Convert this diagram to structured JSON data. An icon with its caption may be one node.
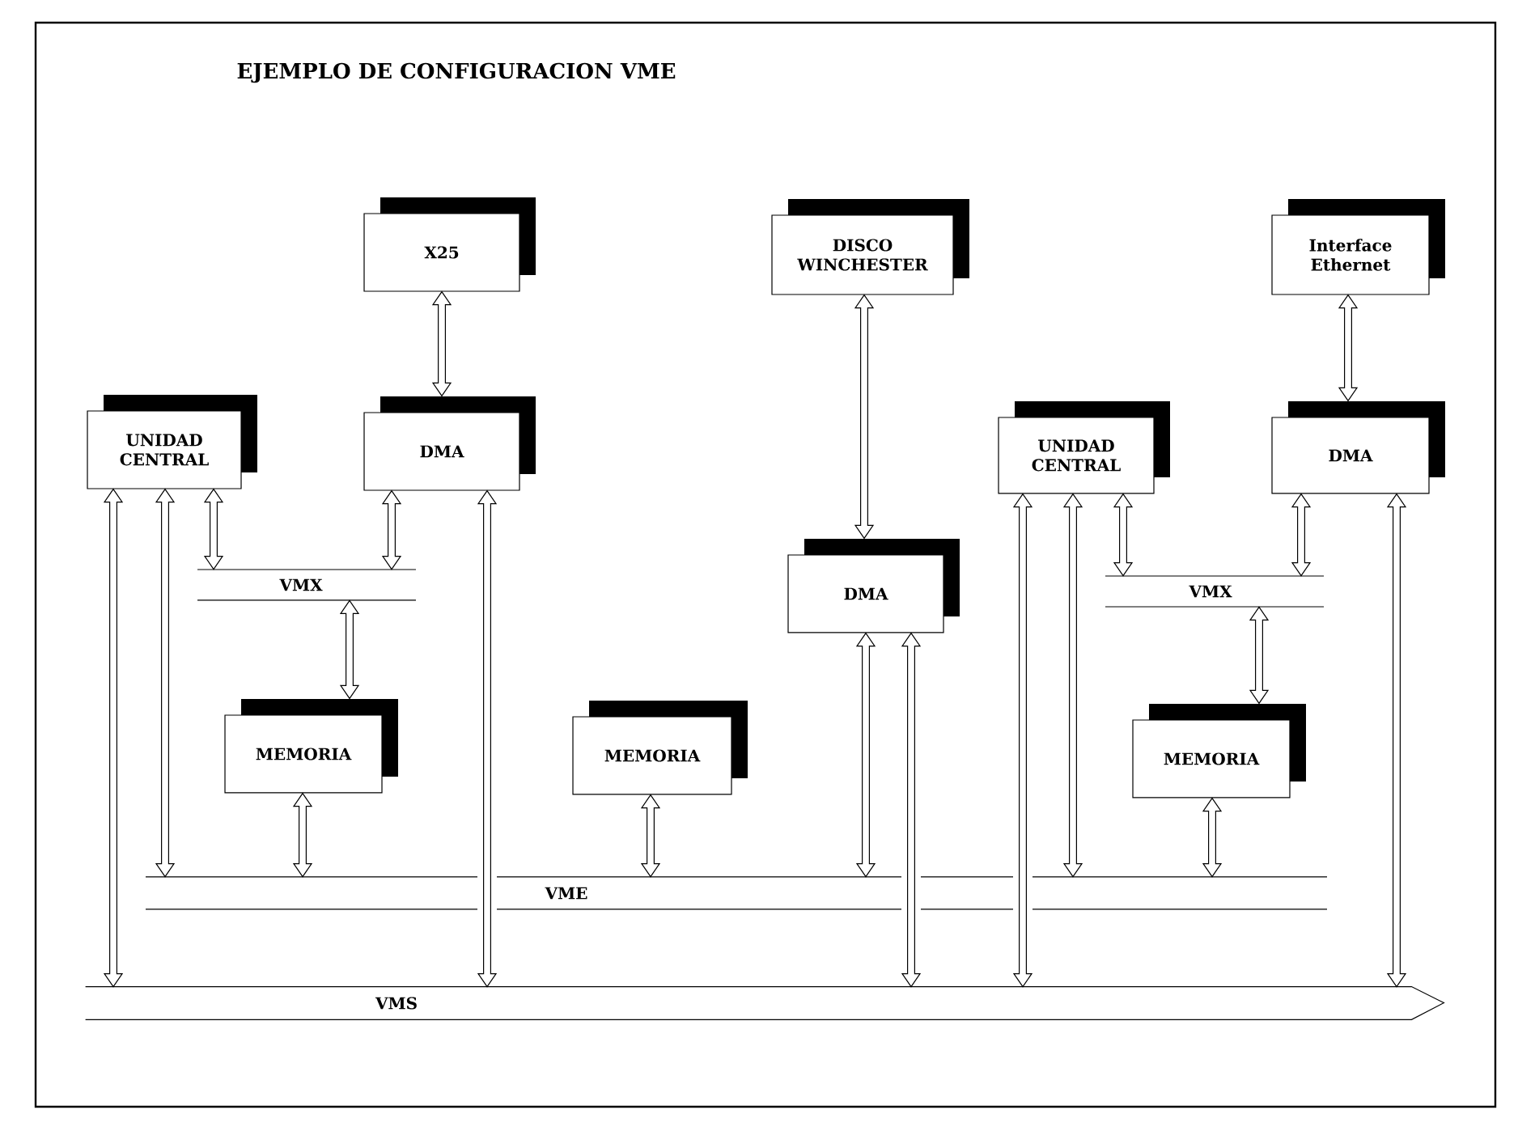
{
  "diagram": {
    "title": "EJEMPLO DE CONFIGURACION VME",
    "nodes": [
      {
        "text": [
          "X25"
        ]
      },
      {
        "text": [
          "DISCO WINCHESTER"
        ]
      },
      {
        "text": [
          "Interface Ethernet"
        ]
      },
      {
        "text": [
          "UNIDAD CENTRAL"
        ]
      },
      {
        "text": [
          "DMA"
        ]
      },
      {
        "text": [
          "UNIDAD CENTRAL"
        ]
      },
      {
        "text": [
          "DMA"
        ]
      },
      {
        "text": [
          "DMA"
        ]
      },
      {
        "text": [
          "VMX"
        ]
      },
      {
        "text": [
          "VMX"
        ]
      },
      {
        "text": [
          "MEMORIA"
        ]
      },
      {
        "text": [
          "MEMORIA"
        ]
      },
      {
        "text": [
          "MEMORIA"
        ]
      },
      {
        "text": [
          "VME"
        ]
      },
      {
        "text": [
          "VMS"
        ]
      }
    ],
    "edges": [
      {
        "from": 0,
        "to": 4,
        "arrow": "both"
      },
      {
        "from": 1,
        "to": 7,
        "arrow": "both"
      },
      {
        "from": 2,
        "to": 6,
        "arrow": "both"
      },
      {
        "from": 3,
        "to": 14,
        "arrow": "both"
      },
      {
        "from": 3,
        "to": 13,
        "arrow": "both"
      },
      {
        "from": 3,
        "to": 8,
        "arrow": "both"
      },
      {
        "from": 4,
        "to": 8,
        "arrow": "both"
      },
      {
        "from": 4,
        "to": 14,
        "arrow": "both"
      },
      {
        "from": 5,
        "to": 14,
        "arrow": "both"
      },
      {
        "from": 5,
        "to": 13,
        "arrow": "both"
      },
      {
        "from": 5,
        "to": 9,
        "arrow": "both"
      },
      {
        "from": 6,
        "to": 9,
        "arrow": "both"
      },
      {
        "from": 6,
        "to": 14,
        "arrow": "both"
      },
      {
        "from": 7,
        "to": 13,
        "arrow": "both"
      },
      {
        "from": 7,
        "to": 14,
        "arrow": "both"
      },
      {
        "from": 8,
        "to": 10,
        "arrow": "both"
      },
      {
        "from": 9,
        "to": 12,
        "arrow": "both"
      },
      {
        "from": 10,
        "to": 13,
        "arrow": "both"
      },
      {
        "from": 11,
        "to": 13,
        "arrow": "both"
      },
      {
        "from": 12,
        "to": 13,
        "arrow": "both"
      }
    ]
  }
}
